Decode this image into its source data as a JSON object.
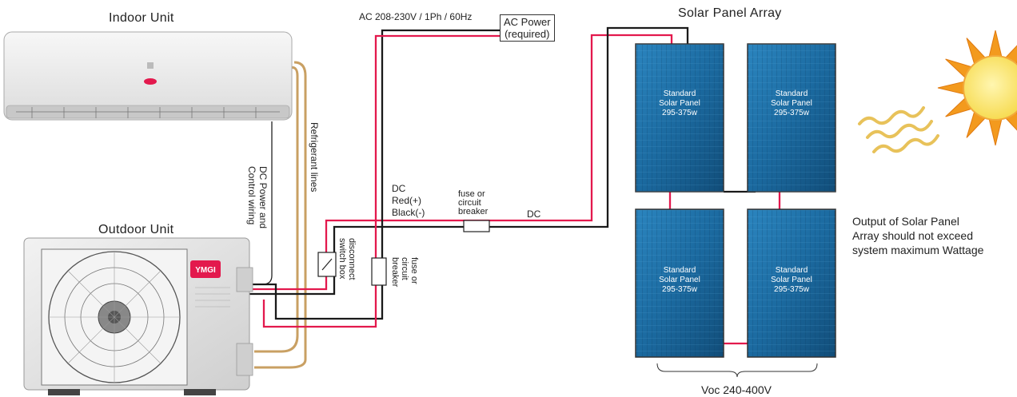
{
  "labels": {
    "indoor_unit": "Indoor Unit",
    "outdoor_unit": "Outdoor Unit",
    "solar_panel_array": "Solar Panel Array",
    "ac_spec": "AC 208-230V / 1Ph / 60Hz",
    "ac_power": "AC Power\n(required)",
    "refrigerant_lines": "Refrigerant lines",
    "dc_power_control": "DC Power and\nControl wiring",
    "dc_red_black": "DC\nRed(+)\nBlack(-)",
    "fuse_top": "fuse or\ncircuit\nbreaker",
    "dc": "DC",
    "disconnect": "disconnect\nswitch box",
    "fuse_vertical": "fuse or\ncircuit\nbreaker",
    "output_note": "Output of Solar Panel\nArray should not exceed\nsystem maximum Wattage",
    "voc": "Voc 240-400V"
  },
  "panels": [
    {
      "line1": "Standard",
      "line2": "Solar Panel",
      "line3": "295-375w"
    },
    {
      "line1": "Standard",
      "line2": "Solar Panel",
      "line3": "295-375w"
    },
    {
      "line1": "Standard",
      "line2": "Solar Panel",
      "line3": "295-375w"
    },
    {
      "line1": "Standard",
      "line2": "Solar Panel",
      "line3": "295-375w"
    }
  ],
  "brand": {
    "logo_text": "YMGI"
  },
  "colors": {
    "red_wire": "#e3194d",
    "black_wire": "#1a1a1a",
    "refrigerant": "#c9a063",
    "panel_blue": "#1f6fa4",
    "sun": "#f39a1e",
    "heat": "#e8c25a"
  }
}
